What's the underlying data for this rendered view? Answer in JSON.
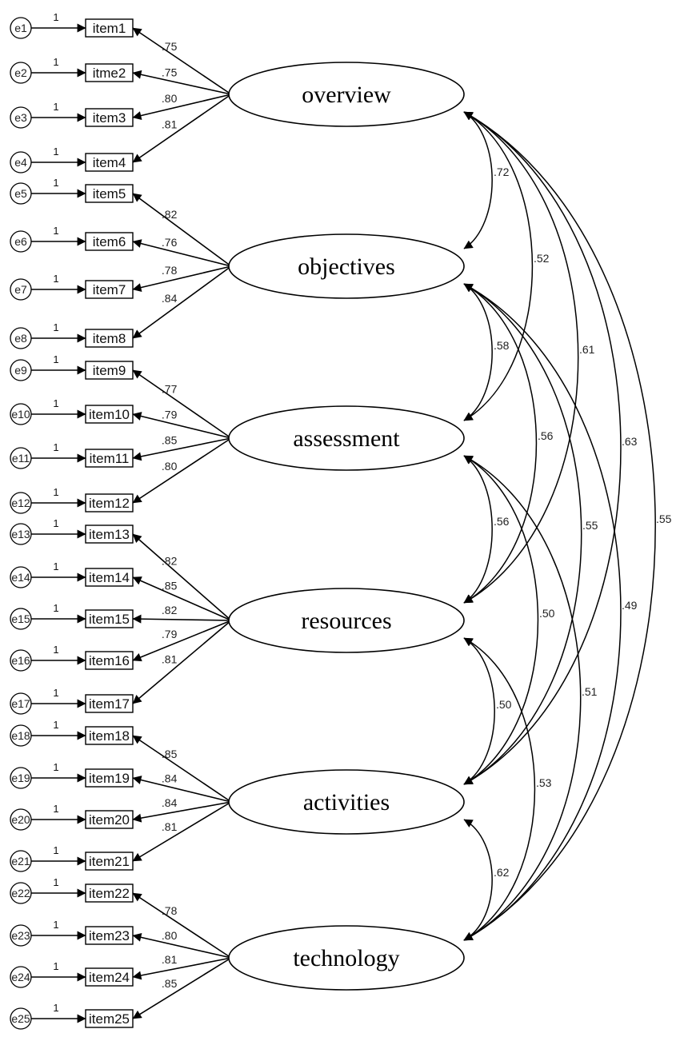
{
  "factors": [
    {
      "name": "overview",
      "items": [
        {
          "err": "e1",
          "item": "item1",
          "fixed": "1",
          "loading": ".75"
        },
        {
          "err": "e2",
          "item": "itme2",
          "fixed": "1",
          "loading": ".75"
        },
        {
          "err": "e3",
          "item": "item3",
          "fixed": "1",
          "loading": ".80"
        },
        {
          "err": "e4",
          "item": "item4",
          "fixed": "1",
          "loading": ".81"
        }
      ]
    },
    {
      "name": "objectives",
      "items": [
        {
          "err": "e5",
          "item": "item5",
          "fixed": "1",
          "loading": ".82"
        },
        {
          "err": "e6",
          "item": "item6",
          "fixed": "1",
          "loading": ".76"
        },
        {
          "err": "e7",
          "item": "item7",
          "fixed": "1",
          "loading": ".78"
        },
        {
          "err": "e8",
          "item": "item8",
          "fixed": "1",
          "loading": ".84"
        }
      ]
    },
    {
      "name": "assessment",
      "items": [
        {
          "err": "e9",
          "item": "item9",
          "fixed": "1",
          "loading": ".77"
        },
        {
          "err": "e10",
          "item": "item10",
          "fixed": "1",
          "loading": ".79"
        },
        {
          "err": "e11",
          "item": "item11",
          "fixed": "1",
          "loading": ".85"
        },
        {
          "err": "e12",
          "item": "item12",
          "fixed": "1",
          "loading": ".80"
        }
      ]
    },
    {
      "name": "resources",
      "items": [
        {
          "err": "e13",
          "item": "item13",
          "fixed": "1",
          "loading": ".82"
        },
        {
          "err": "e14",
          "item": "item14",
          "fixed": "1",
          "loading": ".85"
        },
        {
          "err": "e15",
          "item": "item15",
          "fixed": "1",
          "loading": ".82"
        },
        {
          "err": "e16",
          "item": "item16",
          "fixed": "1",
          "loading": ".79"
        },
        {
          "err": "e17",
          "item": "item17",
          "fixed": "1",
          "loading": ".81"
        }
      ]
    },
    {
      "name": "activities",
      "items": [
        {
          "err": "e18",
          "item": "item18",
          "fixed": "1",
          "loading": ".85"
        },
        {
          "err": "e19",
          "item": "item19",
          "fixed": "1",
          "loading": ".84"
        },
        {
          "err": "e20",
          "item": "item20",
          "fixed": "1",
          "loading": ".84"
        },
        {
          "err": "e21",
          "item": "item21",
          "fixed": "1",
          "loading": ".81"
        }
      ]
    },
    {
      "name": "technology",
      "items": [
        {
          "err": "e22",
          "item": "item22",
          "fixed": "1",
          "loading": ".78"
        },
        {
          "err": "e23",
          "item": "item23",
          "fixed": "1",
          "loading": ".80"
        },
        {
          "err": "e24",
          "item": "item24",
          "fixed": "1",
          "loading": ".81"
        },
        {
          "err": "e25",
          "item": "item25",
          "fixed": "1",
          "loading": ".85"
        }
      ]
    }
  ],
  "correlations": [
    {
      "from": "overview",
      "to": "objectives",
      "value": ".72"
    },
    {
      "from": "overview",
      "to": "assessment",
      "value": ".52"
    },
    {
      "from": "overview",
      "to": "resources",
      "value": ".61"
    },
    {
      "from": "overview",
      "to": "activities",
      "value": ".63"
    },
    {
      "from": "overview",
      "to": "technology",
      "value": ".55"
    },
    {
      "from": "objectives",
      "to": "assessment",
      "value": ".58"
    },
    {
      "from": "objectives",
      "to": "resources",
      "value": ".56"
    },
    {
      "from": "objectives",
      "to": "activities",
      "value": ".55"
    },
    {
      "from": "objectives",
      "to": "technology",
      "value": ".49"
    },
    {
      "from": "assessment",
      "to": "resources",
      "value": ".56"
    },
    {
      "from": "assessment",
      "to": "activities",
      "value": ".50"
    },
    {
      "from": "assessment",
      "to": "technology",
      "value": ".51"
    },
    {
      "from": "resources",
      "to": "activities",
      "value": ".50"
    },
    {
      "from": "resources",
      "to": "technology",
      "value": ".53"
    },
    {
      "from": "activities",
      "to": "technology",
      "value": ".62"
    }
  ]
}
